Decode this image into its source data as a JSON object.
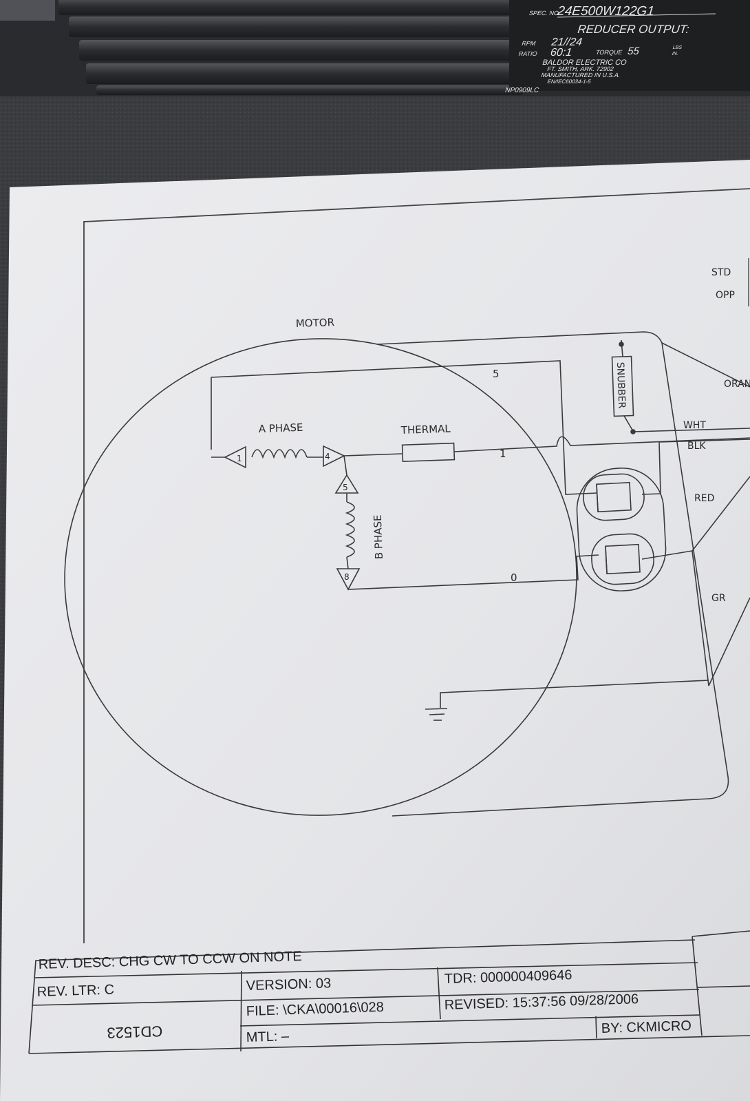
{
  "nameplate": {
    "spec_label": "SPEC. NO.",
    "spec_no": "24E500W122G1",
    "reducer_output": "REDUCER OUTPUT:",
    "rpm_label": "RPM",
    "rpm": "21//24",
    "ratio_label": "RATIO",
    "ratio": "60:1",
    "torque_label": "TORQUE",
    "torque": "55",
    "unit_top": "LBS",
    "unit_bottom": "IN.",
    "maker": "BALDOR ELECTRIC CO",
    "city": "FT. SMITH, ARK. 72902",
    "made": "MANUFACTURED IN U.S.A.",
    "standard": "EN/IEC60034-1-5",
    "part": "NP0909LC"
  },
  "diagram": {
    "motor": "MOTOR",
    "a_phase": "A PHASE",
    "b_phase": "B PHASE",
    "thermal": "THERMAL",
    "snubber": "SNUBBER",
    "node_1": "1",
    "node_4": "4",
    "node_5": "5",
    "node_8": "8",
    "wire_5": "5",
    "wire_1": "1",
    "wire_0": "0",
    "std": "STD",
    "opp": "OPP",
    "orange": "ORAN",
    "white": "WHT",
    "black": "BLK",
    "red": "RED",
    "green": "GR"
  },
  "title_block": {
    "rev_desc": "REV. DESC:  CHG CW TO CCW ON NOTE",
    "rev_ltr": "REV. LTR:  C",
    "version": "VERSION: 03",
    "tdr": "TDR: 000000409646",
    "file": "FILE: \\CKA\\00016\\028",
    "revised": "REVISED: 15:37:56  09/28/2006",
    "mtl": "MTL: –",
    "by": "BY: CKMICRO",
    "drawing_no": "CD1523"
  }
}
